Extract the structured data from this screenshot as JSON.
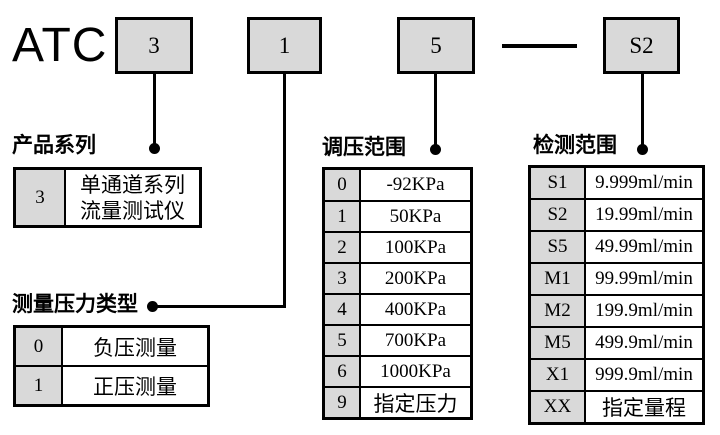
{
  "colors": {
    "background": "#ffffff",
    "box_fill": "#d9d9d9",
    "line": "#000000"
  },
  "model_code": {
    "prefix": "ATC",
    "separator": "dash",
    "segments": [
      "3",
      "1",
      "5",
      "S2"
    ]
  },
  "sections": {
    "product_series": {
      "title": "产品系列",
      "rows": [
        {
          "code": "3",
          "value_line1": "单通道系列",
          "value_line2": "流量测试仪"
        }
      ]
    },
    "pressure_type": {
      "title": "测量压力类型",
      "rows": [
        {
          "code": "0",
          "value": "负压测量"
        },
        {
          "code": "1",
          "value": "正压测量"
        }
      ]
    },
    "regulation_range": {
      "title": "调压范围",
      "rows": [
        {
          "code": "0",
          "value": "-92KPa"
        },
        {
          "code": "1",
          "value": "50KPa"
        },
        {
          "code": "2",
          "value": "100KPa"
        },
        {
          "code": "3",
          "value": "200KPa"
        },
        {
          "code": "4",
          "value": "400KPa"
        },
        {
          "code": "5",
          "value": "700KPa"
        },
        {
          "code": "6",
          "value": "1000KPa"
        },
        {
          "code": "9",
          "value": "指定压力"
        }
      ]
    },
    "detection_range": {
      "title": "检测范围",
      "rows": [
        {
          "code": "S1",
          "value": "9.999ml/min"
        },
        {
          "code": "S2",
          "value": "19.99ml/min"
        },
        {
          "code": "S5",
          "value": "49.99ml/min"
        },
        {
          "code": "M1",
          "value": "99.99ml/min"
        },
        {
          "code": "M2",
          "value": "199.9ml/min"
        },
        {
          "code": "M5",
          "value": "499.9ml/min"
        },
        {
          "code": "X1",
          "value": "999.9ml/min"
        },
        {
          "code": "XX",
          "value": "指定量程"
        }
      ]
    }
  }
}
